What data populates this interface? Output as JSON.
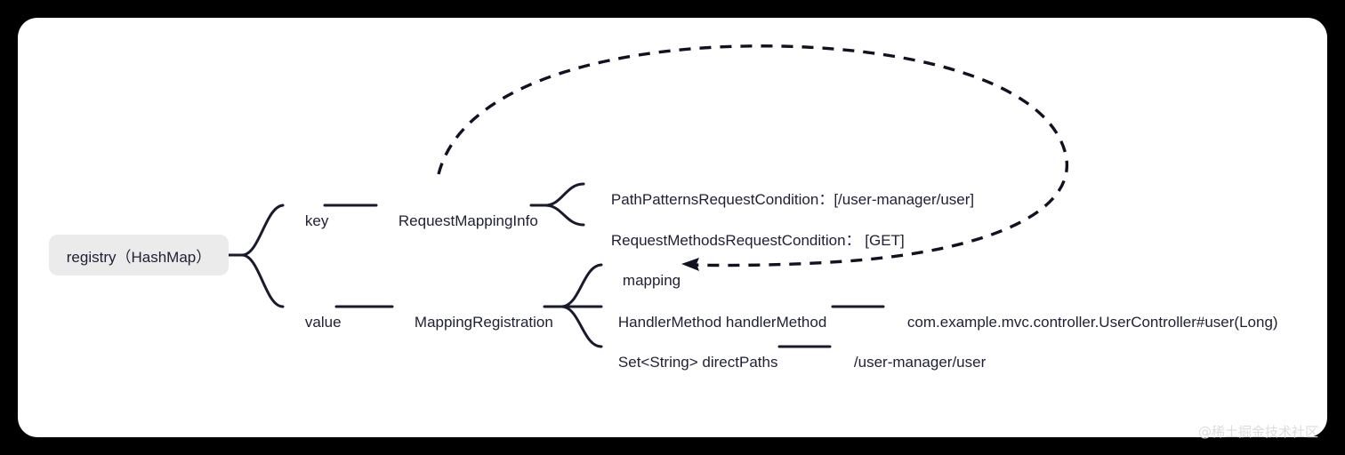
{
  "canvas": {
    "background_color": "#000000",
    "card_color": "#ffffff",
    "line_color": "#1a1a2e",
    "text_color": "#1f1f35",
    "root_fill": "#ebebeb"
  },
  "diagram": {
    "type": "mindmap-tree",
    "root": {
      "label": "registry（HashMap）"
    },
    "branches": [
      {
        "label": "key",
        "child": {
          "label": "RequestMappingInfo",
          "children": [
            {
              "label": "PathPatternsRequestCondition：[/user-manager/user]"
            },
            {
              "label": "RequestMethodsRequestCondition： [GET]"
            }
          ]
        }
      },
      {
        "label": "value",
        "child": {
          "label": "MappingRegistration",
          "children": [
            {
              "label": "mapping",
              "value": ""
            },
            {
              "label": "HandlerMethod handlerMethod",
              "value": "com.example.mvc.controller.UserController#user(Long)"
            },
            {
              "label": "Set<String> directPaths",
              "value": "/user-manager/user"
            }
          ]
        }
      }
    ],
    "reference_arrow": {
      "from": "RequestMappingInfo",
      "to": "mapping",
      "style": "dashed",
      "arrowhead": "left"
    }
  },
  "watermark": {
    "text": "@稀土掘金技术社区"
  }
}
